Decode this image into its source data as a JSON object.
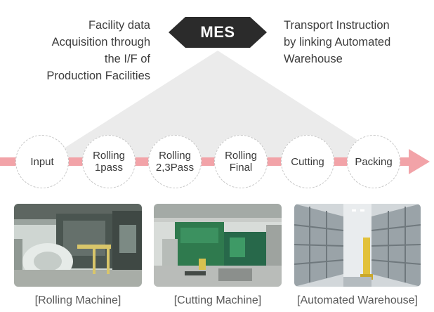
{
  "header": {
    "mes_label": "MES",
    "left_text": [
      "Facility data",
      "Acquisition through",
      "the I/F of",
      "Production Facilities"
    ],
    "right_text": [
      "Transport Instruction",
      "by linking Automated",
      "Warehouse"
    ]
  },
  "process_steps": [
    {
      "lines": [
        "Input"
      ]
    },
    {
      "lines": [
        "Rolling",
        "1pass"
      ]
    },
    {
      "lines": [
        "Rolling",
        "2,3Pass"
      ]
    },
    {
      "lines": [
        "Rolling",
        "Final"
      ]
    },
    {
      "lines": [
        "Cutting"
      ]
    },
    {
      "lines": [
        "Packing"
      ]
    }
  ],
  "photos": [
    {
      "caption": "[Rolling Machine]"
    },
    {
      "caption": "[Cutting Machine]"
    },
    {
      "caption": "[Automated Warehouse]"
    }
  ],
  "colors": {
    "arrow": "#f2a3a8",
    "mes_box": "#2b2b2b",
    "triangle": "#ebebeb"
  }
}
